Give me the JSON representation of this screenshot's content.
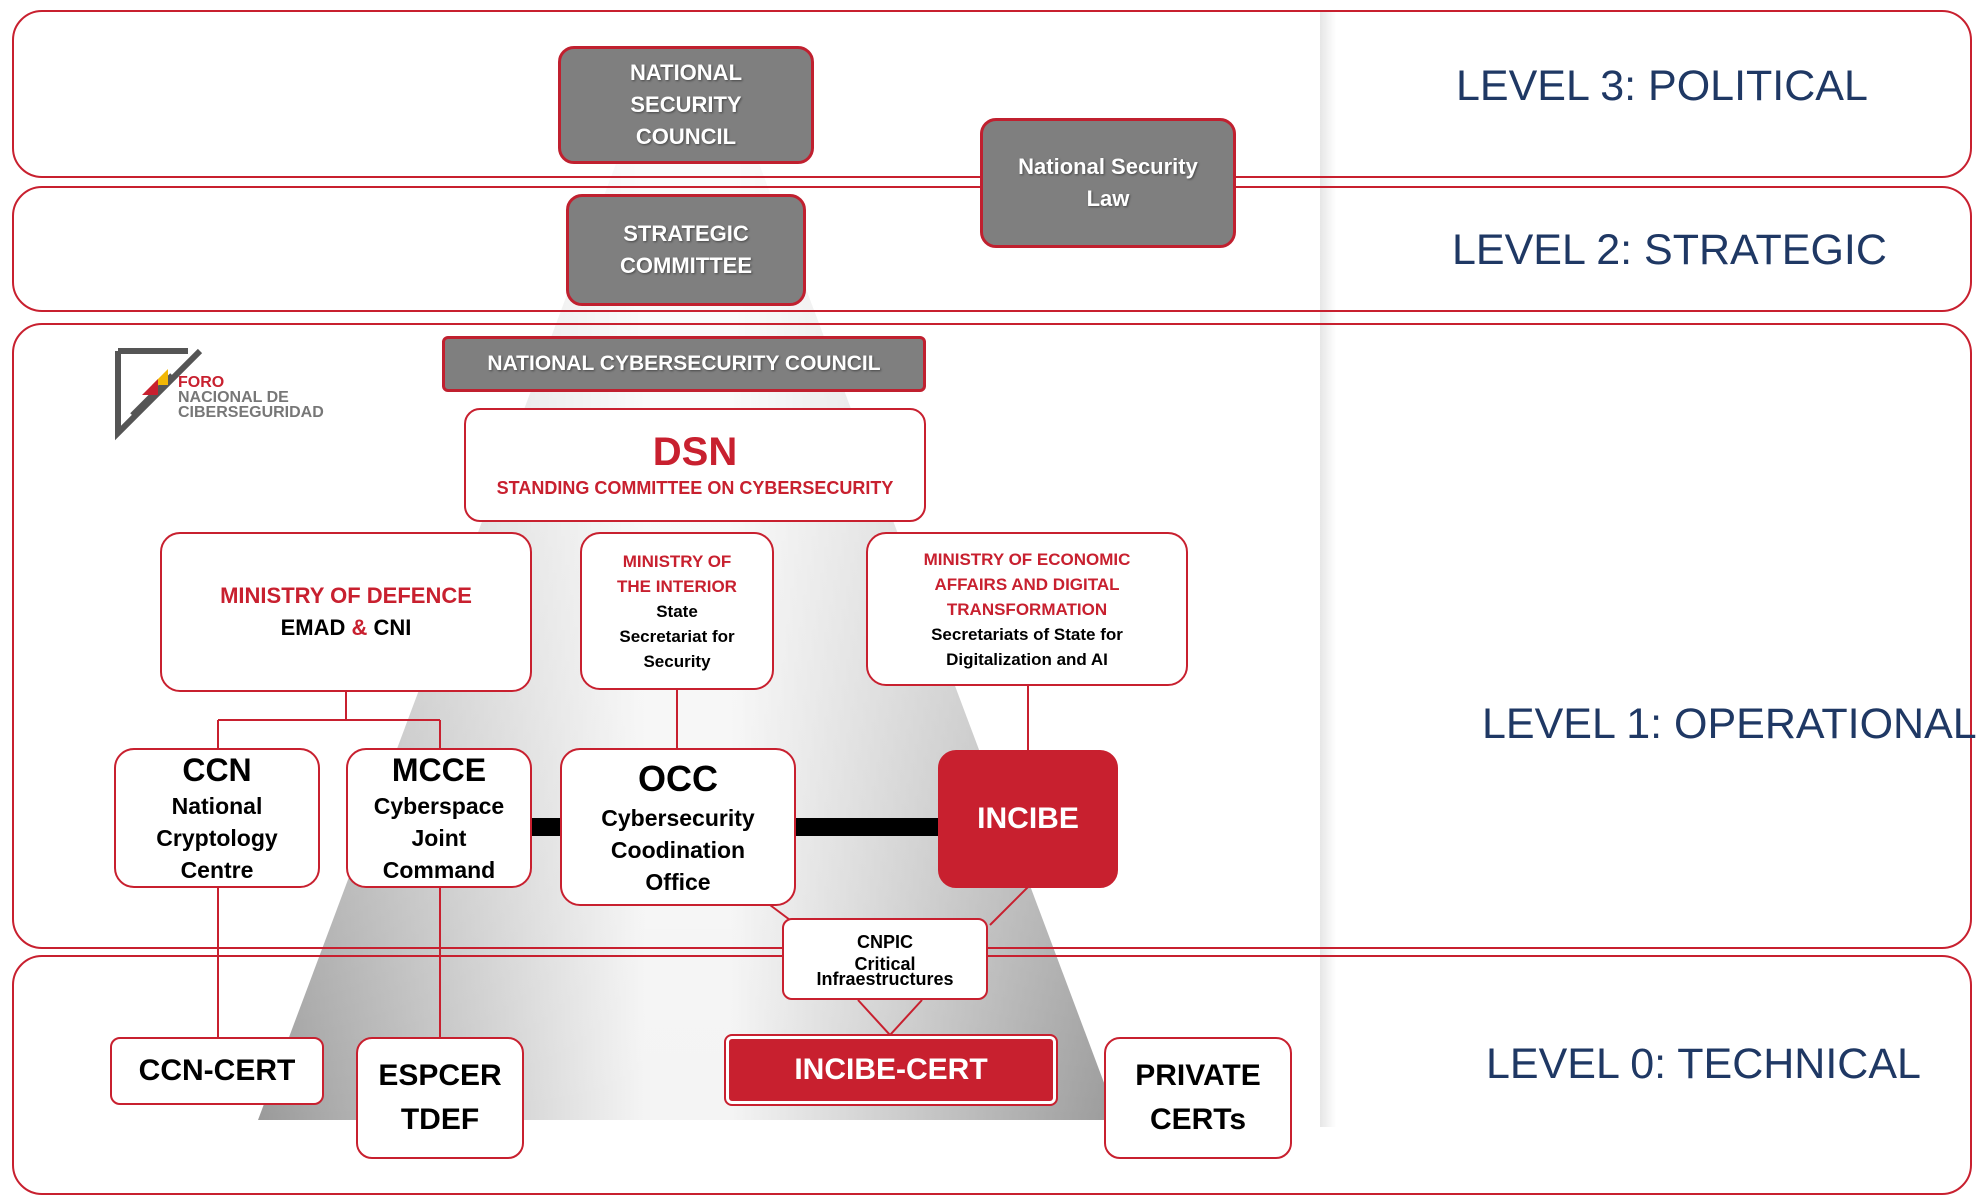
{
  "levels": {
    "l3": "LEVEL 3: POLITICAL",
    "l2": "LEVEL 2: STRATEGIC",
    "l1": "LEVEL 1: OPERATIONAL",
    "l0": "LEVEL 0: TECHNICAL"
  },
  "political": {
    "nsc_lines": [
      "NATIONAL",
      "SECURITY",
      "COUNCIL"
    ],
    "law_lines": [
      "National Security",
      "Law"
    ]
  },
  "strategic": {
    "committee_lines": [
      "STRATEGIC",
      "COMMITTEE"
    ]
  },
  "operational": {
    "ncc": "NATIONAL CYBERSECURITY COUNCIL",
    "logo": {
      "l1": "FORO",
      "l2": "NACIONAL DE",
      "l3": "CIBERSEGURIDAD"
    },
    "dsn": {
      "title": "DSN",
      "subtitle": "STANDING COMMITTEE ON CYBERSECURITY"
    },
    "defence": {
      "title": "MINISTRY OF DEFENCE",
      "emad": "EMAD",
      "amp": "&",
      "cni": "CNI"
    },
    "interior": {
      "title_lines": [
        "MINISTRY OF",
        "THE INTERIOR"
      ],
      "body_lines": [
        "State",
        "Secretariat for",
        "Security"
      ]
    },
    "economic": {
      "title_lines": [
        "MINISTRY OF ECONOMIC",
        "AFFAIRS AND DIGITAL",
        "TRANSFORMATION"
      ],
      "body_lines": [
        "Secretariats of State for",
        "Digitalization and AI"
      ]
    },
    "ccn": {
      "title": "CCN",
      "lines": [
        "National",
        "Cryptology",
        "Centre"
      ]
    },
    "mcce": {
      "title": "MCCE",
      "lines": [
        "Cyberspace",
        "Joint",
        "Command"
      ]
    },
    "occ": {
      "title": "OCC",
      "lines": [
        "Cybersecurity",
        "Coodination",
        "Office"
      ]
    },
    "incibe": "INCIBE",
    "cnpic": {
      "title": "CNPIC",
      "l1": "Critical",
      "l2": "Infraestructures"
    }
  },
  "technical": {
    "ccn_cert": "CCN-CERT",
    "espcer_lines": [
      "ESPCER",
      "TDEF"
    ],
    "incibe_cert": "INCIBE-CERT",
    "private_lines": [
      "PRIVATE",
      "CERTs"
    ]
  },
  "colors": {
    "accent_red": "#c8202f",
    "level_blue": "#1f3864",
    "gray_box": "#7f7f7f"
  }
}
